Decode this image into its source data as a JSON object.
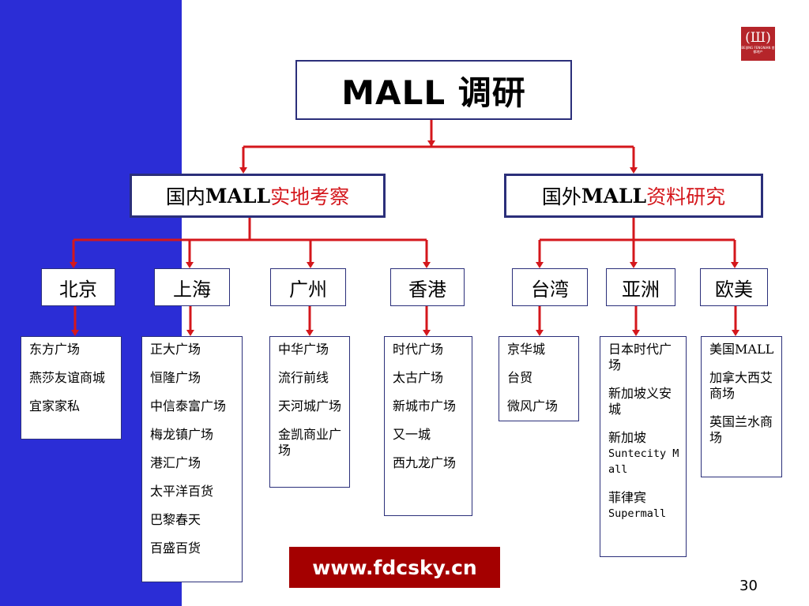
{
  "title": "MALL 调研",
  "logo": {
    "glyph": "(Ш)",
    "caption": "BEIJING FENGNIAN 首都地产"
  },
  "branches": {
    "domestic": {
      "part1": "国内",
      "part2": "MALL",
      "part3": "实地考察"
    },
    "foreign": {
      "part1": "国外",
      "part2": "MALL",
      "part3": "资料研究"
    }
  },
  "regions": {
    "beijing": {
      "label": "北京",
      "items": [
        "东方广场",
        "燕莎友谊商城",
        "宜家家私"
      ]
    },
    "shanghai": {
      "label": "上海",
      "items": [
        "正大广场",
        "恒隆广场",
        "中信泰富广场",
        "梅龙镇广场",
        "港汇广场",
        "太平洋百货",
        "巴黎春天",
        "百盛百货"
      ]
    },
    "guangzhou": {
      "label": "广州",
      "items": [
        "中华广场",
        "流行前线",
        "天河城广场",
        "金凯商业广场"
      ]
    },
    "hongkong": {
      "label": "香港",
      "items": [
        "时代广场",
        "太古广场",
        "新城市广场",
        "又一城",
        "西九龙广场"
      ]
    },
    "taiwan": {
      "label": "台湾",
      "items": [
        "京华城",
        "台贸",
        "微风广场"
      ]
    },
    "asia": {
      "label": "亚洲",
      "items": [
        "日本时代广场",
        "新加坡义安城",
        "新加坡",
        "Suntecity Mall",
        "菲律宾",
        "Supermall"
      ]
    },
    "euram": {
      "label": "欧美",
      "items": [
        "美国MALL",
        "加拿大西艾商场",
        "英国兰水商场"
      ]
    }
  },
  "footer": {
    "url": "www.fdcsky.cn",
    "page_number": "30"
  },
  "colors": {
    "left_band": "#2b2dd6",
    "connector": "#d4171c",
    "border": "#2b2f7a",
    "url_bg": "#a40000",
    "logo_bg": "#b5252a"
  }
}
